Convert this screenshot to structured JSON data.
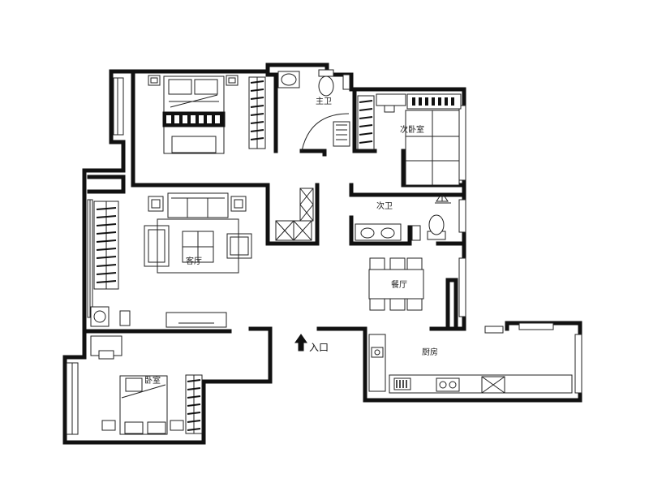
{
  "rooms": {
    "secondary_bath": "主卫",
    "second_bedroom": "次卧室",
    "living_room": "客厅",
    "main_bath": "次卫",
    "dining_room": "餐厅",
    "kitchen": "厨房",
    "master_bedroom": "卧室"
  },
  "entrance": {
    "label": "入口",
    "icon": "arrow-up-icon"
  }
}
